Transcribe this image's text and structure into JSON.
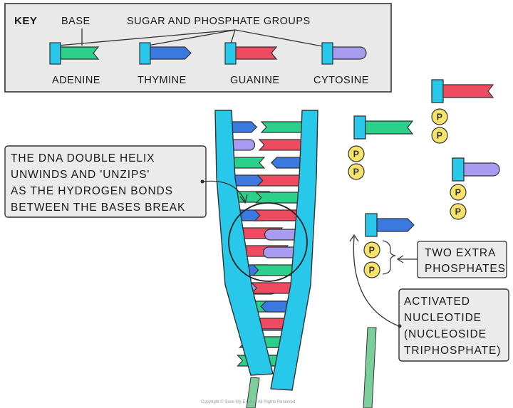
{
  "key": {
    "title": "KEY",
    "base_label": "BASE",
    "sugar_phosphate_label": "SUGAR AND PHOSPHATE GROUPS",
    "bases": [
      {
        "name": "ADENINE",
        "color": "#2bd18a"
      },
      {
        "name": "THYMINE",
        "color": "#3b78e0"
      },
      {
        "name": "GUANINE",
        "color": "#ee4a60"
      },
      {
        "name": "CYTOSINE",
        "color": "#a89cf0"
      }
    ]
  },
  "colors": {
    "sugar_phosphate": "#27c8ea",
    "phosphate": "#f7e36a",
    "callout_bg": "#ebebeb",
    "key_bg": "#e9e9e9",
    "template_strand": "#7ccf9a"
  },
  "phosphate_symbol": "P",
  "callouts": {
    "helix": [
      "THE DNA DOUBLE HELIX",
      "UNWINDS AND 'UNZIPS'",
      "AS THE HYDROGEN BONDS",
      "BETWEEN THE BASES BREAK"
    ],
    "extra": [
      "TWO EXTRA",
      "PHOSPHATES"
    ],
    "activated": [
      "ACTIVATED",
      "NUCLEOTIDE",
      "(NUCLEOSIDE",
      "TRIPHOSPHATE)"
    ]
  },
  "copyright": "Copyright © Save My Exams. All Rights Reserved"
}
